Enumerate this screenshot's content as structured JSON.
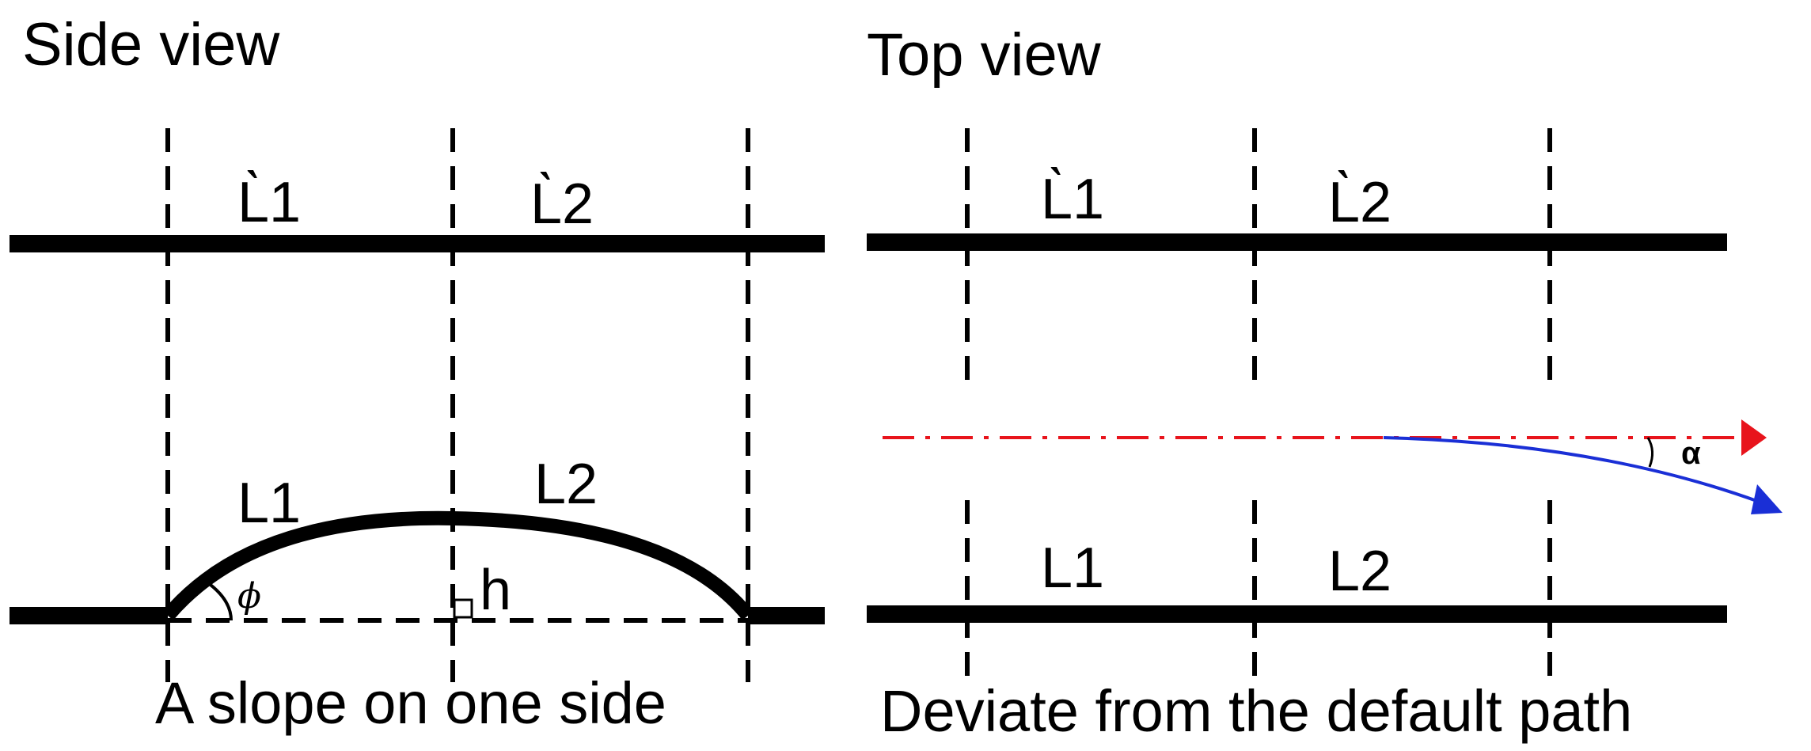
{
  "side_view": {
    "title": "Side view",
    "top_labels": [
      "L̀1",
      "L̀2"
    ],
    "bottom_labels": [
      "L1",
      "L2"
    ],
    "angle_label": "ϕ",
    "height_label": "h",
    "caption": "A slope on one side"
  },
  "top_view": {
    "title": "Top view",
    "top_labels": [
      "L̀1",
      "L̀2"
    ],
    "bottom_labels": [
      "L1",
      "L2"
    ],
    "angle_label": "α",
    "caption": "Deviate from the default path"
  },
  "colors": {
    "default_path": "#e8141c",
    "deviated_path": "#1a2fd6",
    "lines": "#000000"
  }
}
